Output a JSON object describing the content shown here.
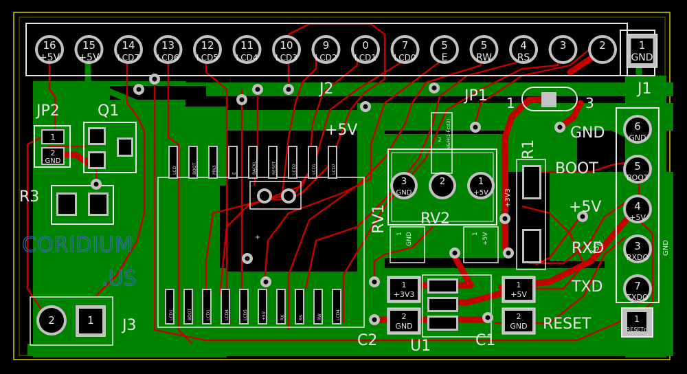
{
  "board": {
    "brand_line1": "CORIDIUM",
    "brand_line2": ".US"
  },
  "header_pins": [
    {
      "num": "16",
      "label": "+5V"
    },
    {
      "num": "15",
      "label": "+5V"
    },
    {
      "num": "14",
      "label": "LCD7"
    },
    {
      "num": "13",
      "label": "LCD6"
    },
    {
      "num": "12",
      "label": "LCD5"
    },
    {
      "num": "11",
      "label": "LCD4"
    },
    {
      "num": "10",
      "label": "LCD3"
    },
    {
      "num": "9",
      "label": "LCD2"
    },
    {
      "num": "0",
      "label": "LCD1"
    },
    {
      "num": "7",
      "label": "LCD0"
    },
    {
      "num": "5",
      "label": "E"
    },
    {
      "num": "5",
      "label": "RW"
    },
    {
      "num": "4",
      "label": "RS"
    },
    {
      "num": "3",
      "label": ""
    },
    {
      "num": "2",
      "label": ""
    },
    {
      "num": "1",
      "label": "GND"
    }
  ],
  "j1_pins": [
    {
      "num": "6",
      "label": "GND"
    },
    {
      "num": "5",
      "label": "BOOT"
    },
    {
      "num": "4",
      "label": "+5V"
    },
    {
      "num": "3",
      "label": "RXDO"
    },
    {
      "num": "7",
      "label": "TXDO"
    },
    {
      "num": "1",
      "label": "RESETn"
    }
  ],
  "silk_labels": {
    "j2": "J2",
    "jp1": "JP1",
    "jp1_pin1": "1",
    "jp1_pin3": "3",
    "jp1_gnd": "GND",
    "j1": "J1",
    "jp2": "JP2",
    "q1": "Q1",
    "r3": "R3",
    "r1": "R1",
    "rv1": "RV1",
    "rv2": "RV2",
    "j3": "J3",
    "c2": "C2",
    "u1": "U1",
    "c1": "C1",
    "plus5v_top": "+5V",
    "boot": "BOOT",
    "plus5v_right": "+5V",
    "rxd": "RXD",
    "txd": "TXD",
    "reset": "RESET",
    "gnd_vertical": "GND",
    "plus5v_diag": "+5V",
    "plus3v3_vertical": "+3V3"
  },
  "jp2_pins": [
    {
      "num": "1",
      "label": ""
    },
    {
      "num": "2",
      "label": "GND"
    }
  ],
  "rv2_pins": [
    {
      "num": "3",
      "label": "GND"
    },
    {
      "num": "2",
      "label": ""
    },
    {
      "num": "1",
      "label": "+5V"
    }
  ],
  "rv1_pins": [
    {
      "num": "2",
      "label": "N&H(1-Fcd3)"
    }
  ],
  "pads_small": [
    {
      "num": "1",
      "label": "GND"
    },
    {
      "num": "1",
      "label": "+5V"
    }
  ],
  "pads_bottom": [
    {
      "num": "1",
      "label": "+3V3"
    },
    {
      "num": "2",
      "label": "GND"
    },
    {
      "num": "1",
      "label": "+5V"
    },
    {
      "num": "2",
      "label": "GND"
    }
  ],
  "j3_pins": [
    {
      "num": "2",
      "label": ""
    },
    {
      "num": "1",
      "label": ""
    }
  ],
  "ic_top_pins": [
    "LCD",
    "BOOT",
    "PIN3",
    "E",
    "BACKL",
    "RESET",
    "LCD2",
    "LCD1",
    "LCD7"
  ],
  "ic_bottom_pins": [
    "LCD1",
    "BOOT",
    "LCD1",
    "LCD4",
    "LCD5",
    "+5V",
    "RX",
    "RS",
    "RW",
    "LCD4"
  ],
  "colors": {
    "background": "#000000",
    "copper_bottom": "#008400",
    "copper_top": "#c40000",
    "pad_fill": "#c2c2c2",
    "silkscreen": "#e8e8e8",
    "edge_outline": "#e0e000"
  }
}
